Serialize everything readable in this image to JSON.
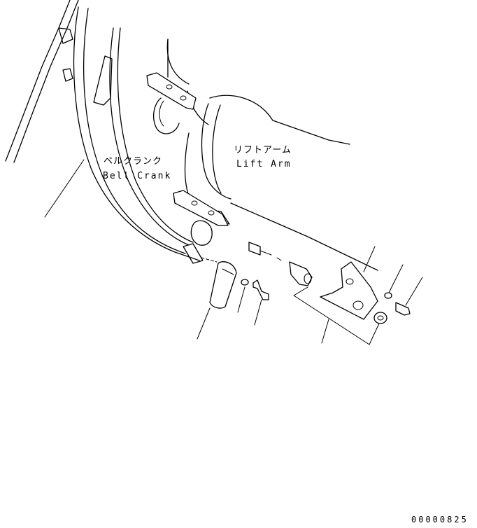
{
  "labels": {
    "bell_crank_jp": "ベルクランク",
    "bell_crank_en": "Bell Crank",
    "lift_arm_jp": "リフトアーム",
    "lift_arm_en": "Lift Arm"
  },
  "document_number": "00000825"
}
